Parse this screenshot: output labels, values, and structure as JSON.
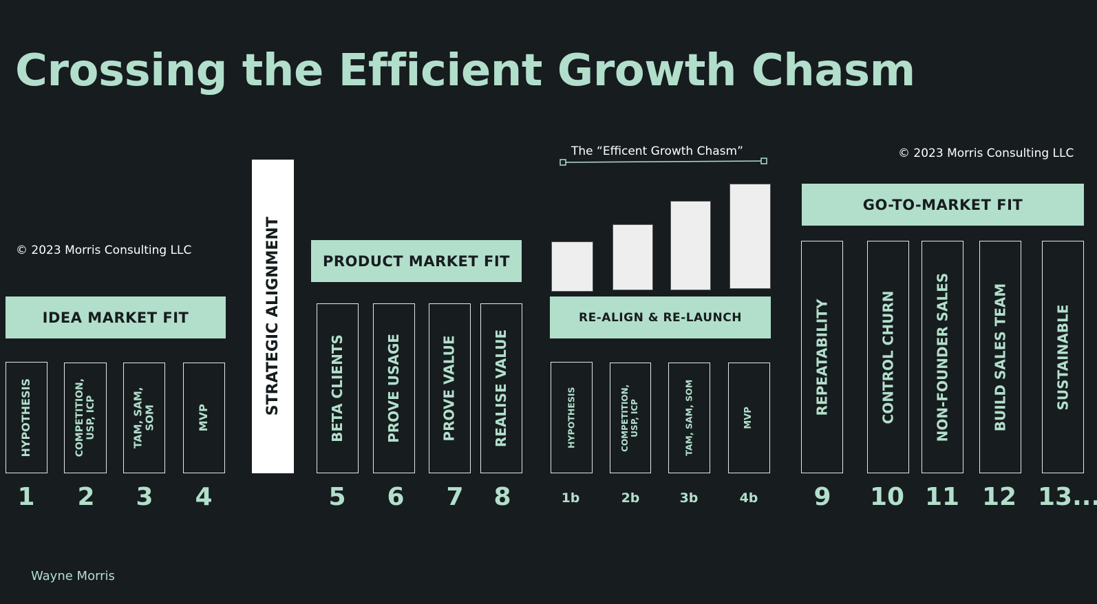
{
  "title": "Crossing the Efficient Growth Chasm",
  "copyright": "© 2023 Morris Consulting LLC",
  "author": "Wayne Morris",
  "chasm_label": "The “Efficent Growth Chasm”",
  "sections": {
    "idea": "IDEA MARKET FIT",
    "strategic": "STRATEGIC ALIGNMENT",
    "product": "PRODUCT MARKET FIT",
    "realign": "RE-ALIGN & RE-LAUNCH",
    "gtm": "GO-TO-MARKET FIT"
  },
  "steps": [
    {
      "label": "HYPOTHESIS",
      "num": "1"
    },
    {
      "label": "COMPETITION,\nUSP, ICP",
      "num": "2"
    },
    {
      "label": "TAM, SAM,\nSOM",
      "num": "3"
    },
    {
      "label": "MVP",
      "num": "4"
    },
    {
      "label": "BETA CLIENTS",
      "num": "5"
    },
    {
      "label": "PROVE USAGE",
      "num": "6"
    },
    {
      "label": "PROVE VALUE",
      "num": "7"
    },
    {
      "label": "REALISE VALUE",
      "num": "8"
    },
    {
      "label": "HYPOTHESIS",
      "num": "1b"
    },
    {
      "label": "COMPETITION,\nUSP, ICP",
      "num": "2b"
    },
    {
      "label": "TAM, SAM, SOM",
      "num": "3b"
    },
    {
      "label": "MVP",
      "num": "4b"
    },
    {
      "label": "REPEATABILITY",
      "num": "9"
    },
    {
      "label": "CONTROL CHURN",
      "num": "10"
    },
    {
      "label": "NON-FOUNDER SALES",
      "num": "11"
    },
    {
      "label": "BUILD SALES TEAM",
      "num": "12"
    },
    {
      "label": "SUSTAINABLE",
      "num": "13..."
    }
  ],
  "colors": {
    "background": "#171c1f",
    "accent": "#b2dfcb",
    "bar": "#eeeeee"
  }
}
